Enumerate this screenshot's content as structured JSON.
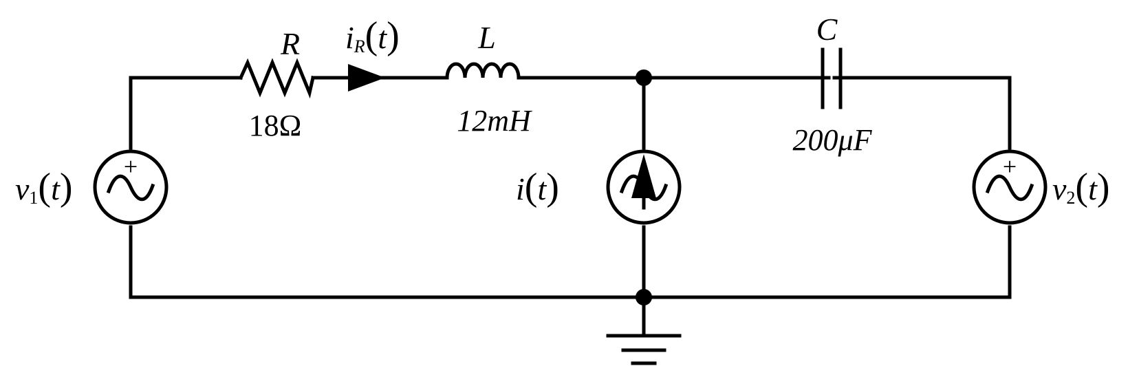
{
  "components": {
    "resistor": {
      "symbol": "R",
      "value": "18Ω"
    },
    "inductor": {
      "symbol": "L",
      "value": "12mH"
    },
    "capacitor": {
      "symbol": "C",
      "value": "200μF"
    },
    "current_label": {
      "var": "i",
      "sub": "R",
      "arg": "t"
    },
    "current_source": {
      "var": "i",
      "arg": "t"
    },
    "source1": {
      "var": "v",
      "sub": "1",
      "arg": "t",
      "polarity": "+"
    },
    "source2": {
      "var": "v",
      "sub": "2",
      "arg": "t",
      "polarity": "+"
    }
  },
  "colors": {
    "wire": "#000000",
    "background": "#ffffff"
  }
}
